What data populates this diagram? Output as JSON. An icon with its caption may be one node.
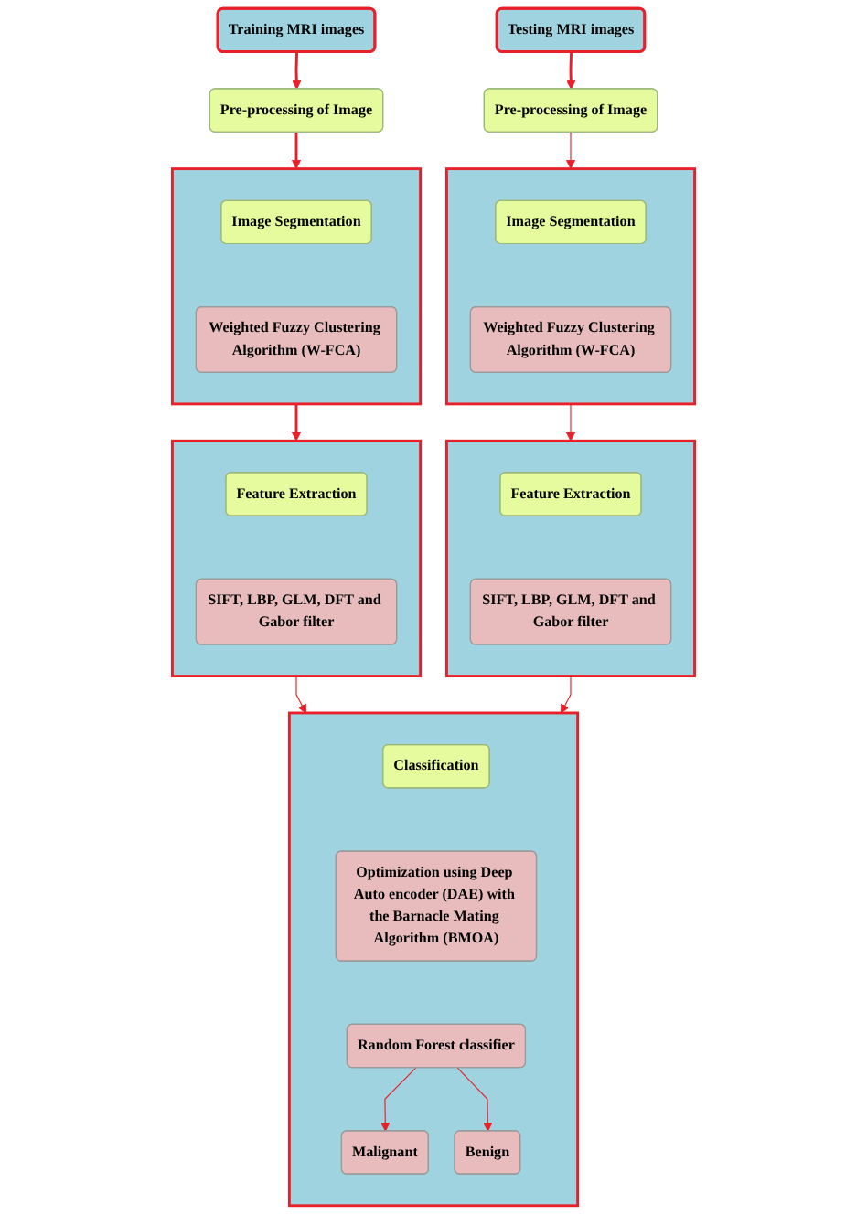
{
  "diagram": {
    "nodes": [
      {
        "text": [
          "Training MRI images"
        ]
      },
      {
        "text": [
          "Pre-processing of Image"
        ]
      },
      {
        "text": [],
        "shape": "box"
      },
      {
        "text": [
          "Image Segmentation"
        ],
        "in": 2
      },
      {
        "text": [
          "Weighted Fuzzy Clustering Algorithm (W-FCA)"
        ],
        "in": 2
      },
      {
        "text": [],
        "shape": "box"
      },
      {
        "text": [
          "Feature Extraction"
        ],
        "in": 5
      },
      {
        "text": [
          "SIFT, LBP, GLM, DFT and Gabor filter"
        ],
        "in": 5
      },
      {
        "text": [
          "Testing MRI images"
        ]
      },
      {
        "text": [
          "Pre-processing of Image"
        ]
      },
      {
        "text": [],
        "shape": "box"
      },
      {
        "text": [
          "Image Segmentation"
        ],
        "in": 10
      },
      {
        "text": [
          "Weighted Fuzzy Clustering Algorithm (W-FCA)"
        ],
        "in": 10
      },
      {
        "text": [],
        "shape": "box"
      },
      {
        "text": [
          "Feature Extraction"
        ],
        "in": 13
      },
      {
        "text": [
          "SIFT, LBP, GLM, DFT and Gabor filter"
        ],
        "in": 13
      },
      {
        "text": [],
        "shape": "box"
      },
      {
        "text": [
          "Classification"
        ],
        "in": 16
      },
      {
        "text": [
          "Optimization using Deep Auto encoder (DAE) with the Barnacle Mating Algorithm (BMOA)"
        ],
        "in": 16
      },
      {
        "text": [
          "Random Forest classifier"
        ],
        "in": 16
      },
      {
        "text": [
          "Malignant"
        ],
        "in": 16
      },
      {
        "text": [
          "Benign"
        ],
        "in": 16
      }
    ],
    "edges": [
      {
        "from": 0,
        "to": 1,
        "arrow": "to"
      },
      {
        "from": 1,
        "to": 2,
        "arrow": "to"
      },
      {
        "from": 2,
        "to": 5,
        "arrow": "to"
      },
      {
        "from": 8,
        "to": 9,
        "arrow": "to"
      },
      {
        "from": 9,
        "to": 10,
        "arrow": "to"
      },
      {
        "from": 10,
        "to": 13,
        "arrow": "to"
      },
      {
        "from": 5,
        "to": 16,
        "arrow": "to"
      },
      {
        "from": 13,
        "to": 16,
        "arrow": "to"
      },
      {
        "from": 19,
        "to": 20,
        "arrow": "to"
      },
      {
        "from": 19,
        "to": 21,
        "arrow": "to"
      }
    ]
  }
}
